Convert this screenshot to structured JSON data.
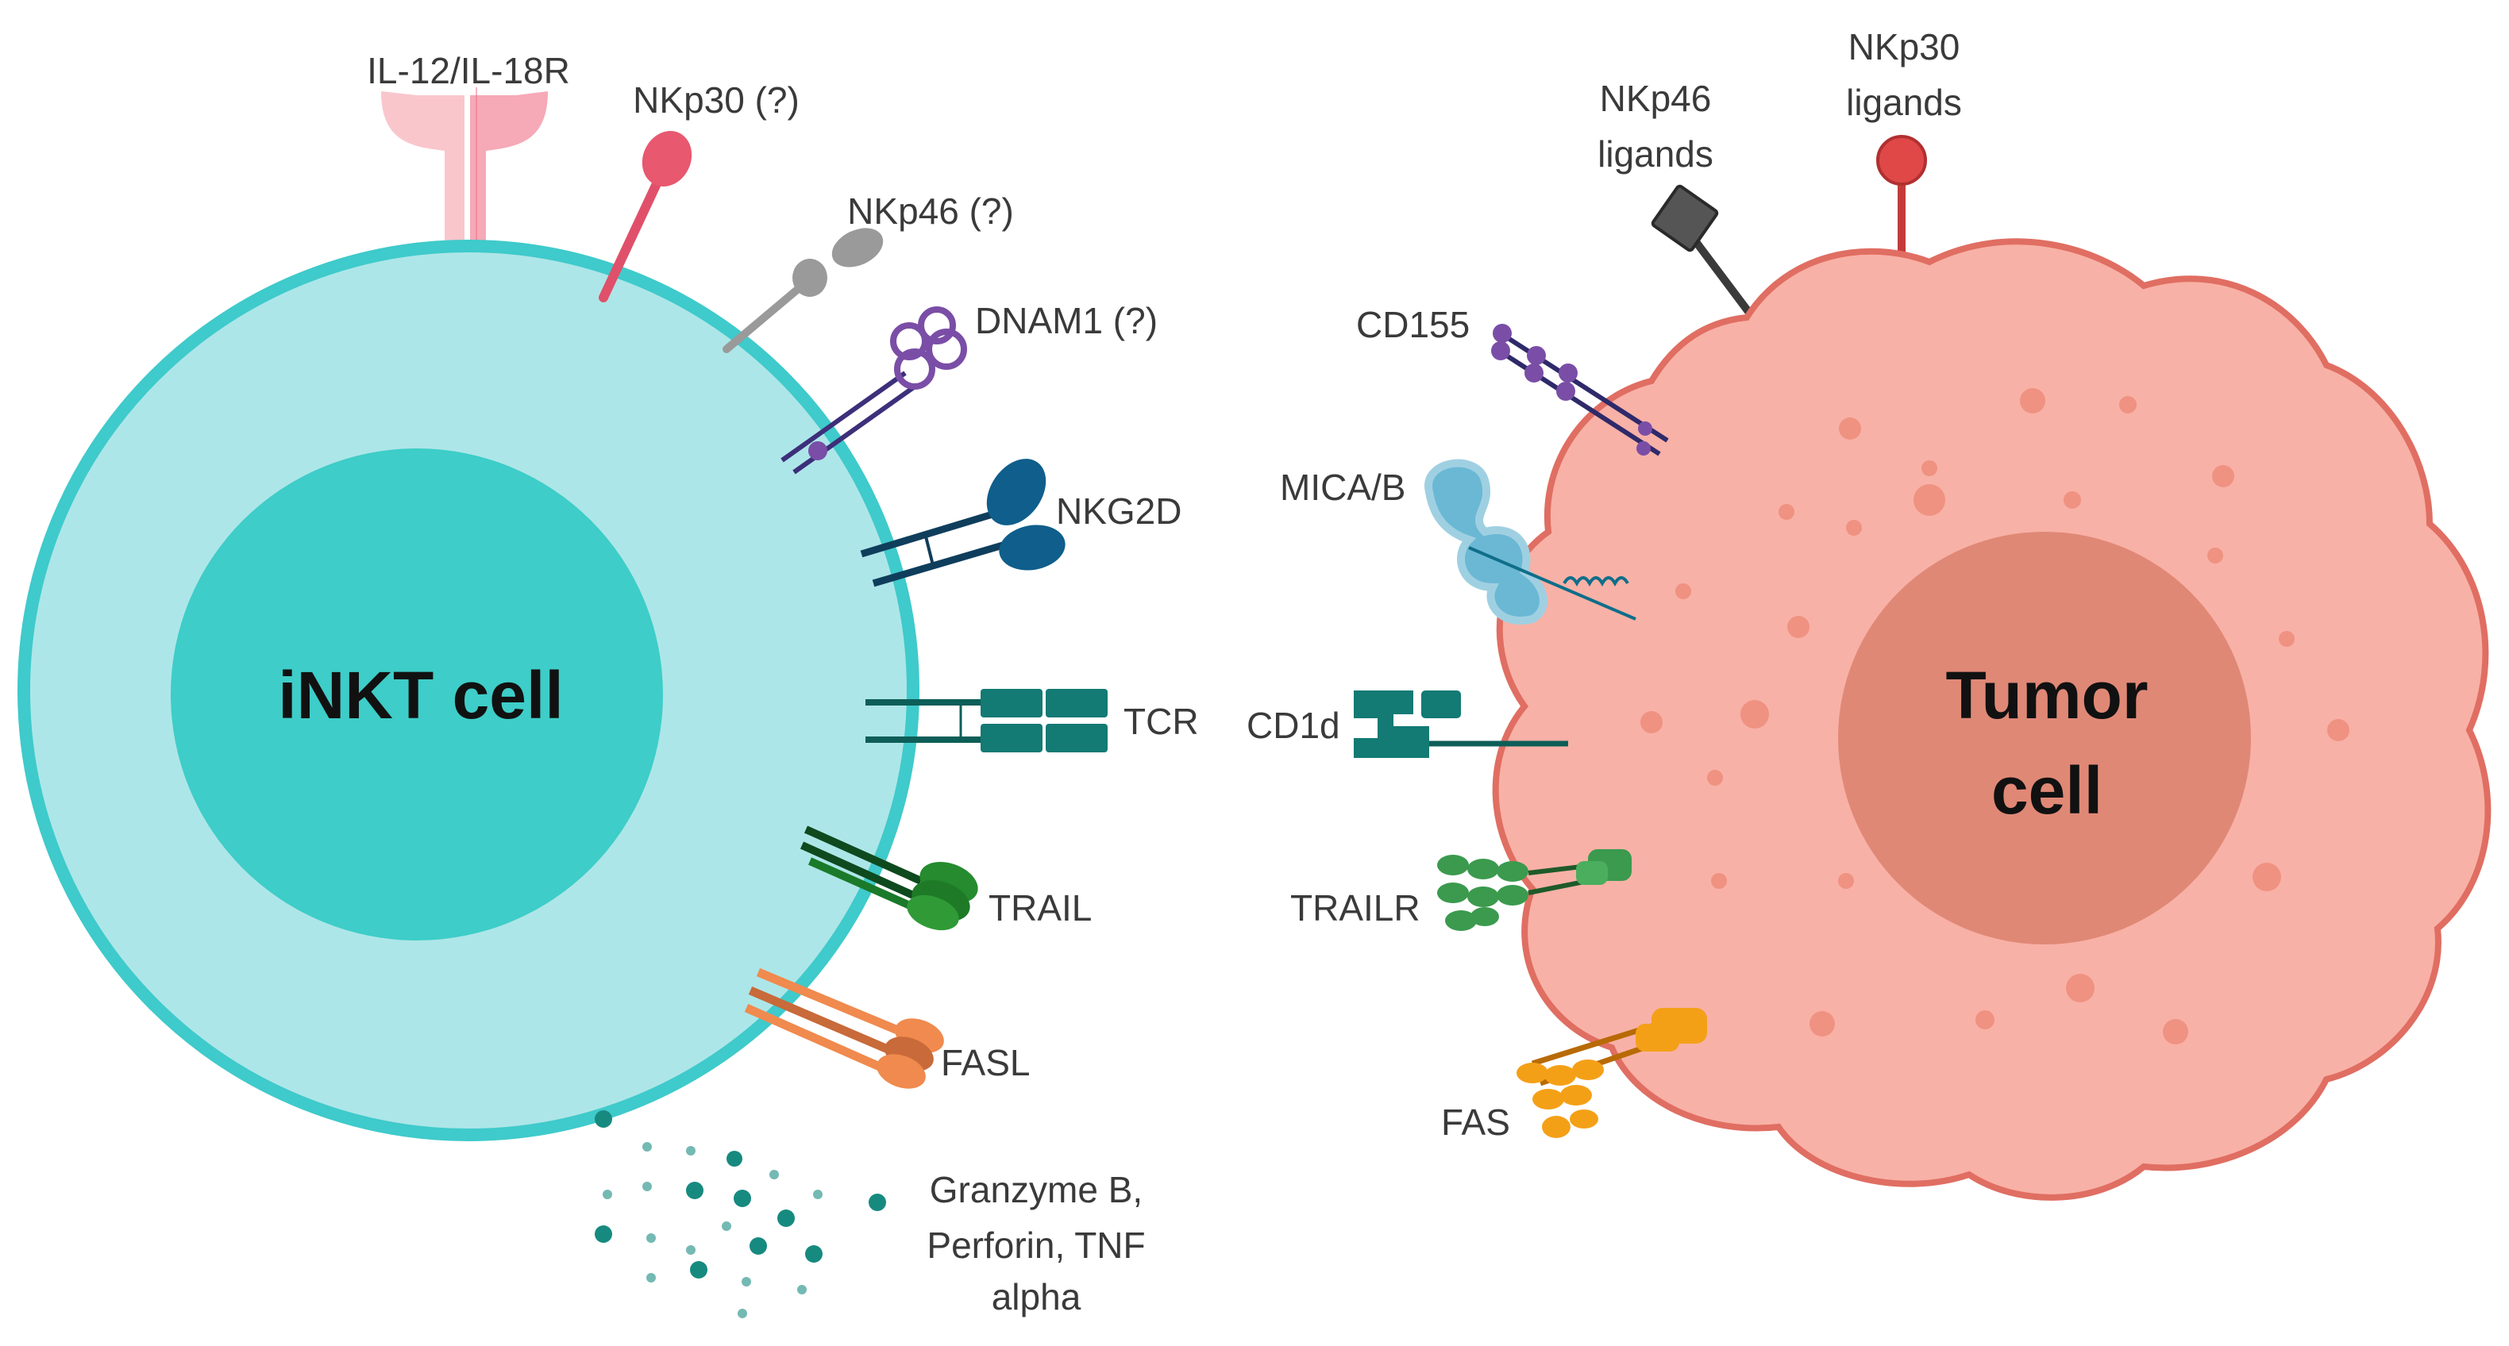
{
  "colors": {
    "inkt_cytoplasm": "#ade6e8",
    "inkt_membrane": "#3fcacb",
    "inkt_nucleus": "#3ecdc8",
    "tumor_cytoplasm": "#f8b1a6",
    "tumor_membrane": "#e06e62",
    "tumor_nucleus": "#e08876",
    "tumor_spots": "#f09080",
    "il12_receptor": "#f9c0c8",
    "nkp30": "#e0506a",
    "nkp46": "#9a9a9a",
    "dnam1": "#7a4ea6",
    "nkg2d": "#0f5e8c",
    "tcr": "#137a74",
    "trail": "#258b2e",
    "fasl": "#f08a4e",
    "mica": "#4ea6c4",
    "trailr": "#3b9a4e",
    "fas": "#f4a017",
    "granules": "#178a80",
    "nkp30_ligand": "#e04848",
    "nkp46_ligand": "#555555"
  },
  "cells": {
    "inkt": {
      "title": "iNKT cell"
    },
    "tumor": {
      "title_line1": "Tumor",
      "title_line2": "cell"
    }
  },
  "inkt_labels": {
    "il12": "IL-12/IL-18R",
    "nkp30": "NKp30 (?)",
    "nkp46": "NKp46 (?)",
    "dnam1": "DNAM1 (?)",
    "nkg2d": "NKG2D",
    "tcr": "TCR",
    "trail": "TRAIL",
    "fasl": "FASL",
    "granzyme_line1": "Granzyme B,",
    "granzyme_line2": "Perforin, TNF",
    "granzyme_line3": "alpha"
  },
  "tumor_labels": {
    "nkp46_lig_line1": "NKp46",
    "nkp46_lig_line2": "ligands",
    "nkp30_lig_line1": "NKp30",
    "nkp30_lig_line2": "ligands",
    "cd155": "CD155",
    "mica": "MICA/B",
    "cd1d": "CD1d",
    "trailr": "TRAILR",
    "fas": "FAS"
  }
}
